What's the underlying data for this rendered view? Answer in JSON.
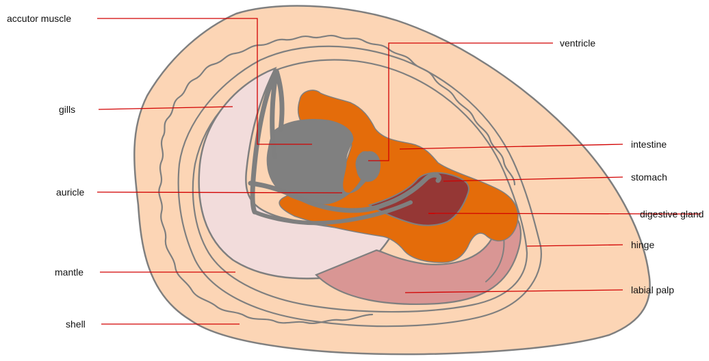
{
  "labels": {
    "accutor_muscle": "accutor muscle",
    "ventricle": "ventricle",
    "gills": "gills",
    "intestine": "intestine",
    "auricle": "auricle",
    "stomach": "stomach",
    "digestive_gland": "digestive gland",
    "mantle": "mantle",
    "hinge": "hinge",
    "labial_palp": "labial palp",
    "shell": "shell"
  },
  "colors": {
    "shell": "#fcd5b5",
    "outline": "#7f7f7f",
    "gills": "#f2dcdb",
    "muscle": "#808080",
    "intestine": "#e46c0a",
    "digestive_gland": "#953735",
    "labial_palp": "#d99694",
    "leader": "#d20000"
  }
}
